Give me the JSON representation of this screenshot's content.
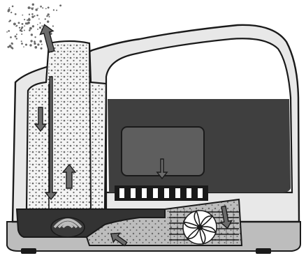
{
  "diagram": {
    "kind": "humidifier-cutaway",
    "text_labels": [],
    "parts": [
      "mist-plume",
      "mist-tower",
      "water-tank",
      "tank-valve",
      "valve-ports",
      "water-reservoir",
      "ultrasonic-transducer",
      "air-duct",
      "fan",
      "air-vents",
      "base-feet"
    ],
    "flow_arrows": [
      {
        "name": "mist-out-arrow",
        "direction": "up"
      },
      {
        "name": "tower-down-arrow",
        "direction": "down"
      },
      {
        "name": "tower-up-arrow",
        "direction": "up"
      },
      {
        "name": "center-down-arrow",
        "direction": "down"
      },
      {
        "name": "valve-down-arrow",
        "direction": "down"
      },
      {
        "name": "fan-intake-arrow",
        "direction": "down"
      },
      {
        "name": "duct-flow-arrow",
        "direction": "up-left"
      }
    ],
    "colors": {
      "outline": "#1a1a1a",
      "water": "#3f3f3f",
      "water_dark": "#333333",
      "valve_cap": "#5e5e5e",
      "shell_light": "#e8e8e8",
      "tower_fill": "#f4f4f4",
      "mist_dot": "#6a6a6a",
      "arrow_fill": "#6b6b6b",
      "transducer": "#3a3a3a",
      "base_gray": "#bdbdbd",
      "background": "#ffffff"
    }
  }
}
